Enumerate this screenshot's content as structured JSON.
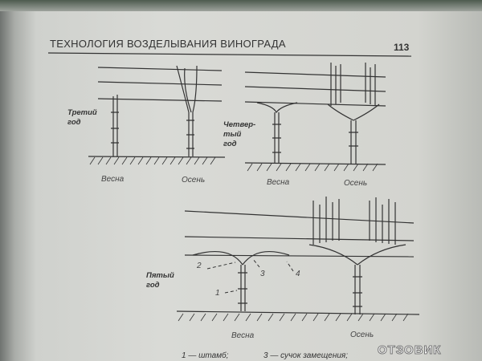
{
  "header": {
    "title": "ТЕХНОЛОГИЯ ВОЗДЕЛЫВАНИЯ ВИНОГРАДА",
    "page_number": "113"
  },
  "figures": {
    "third_year": {
      "label": "Третий год",
      "spring": "Весна",
      "autumn": "Осень"
    },
    "fourth_year": {
      "label": "Четвер-тый год",
      "spring": "Весна",
      "autumn": "Осень"
    },
    "fifth_year": {
      "label": "Пятый год",
      "spring": "Весна",
      "autumn": "Осень",
      "callouts": [
        "1",
        "2",
        "3",
        "4"
      ]
    }
  },
  "legend": [
    "1 — штамб;",
    "3 — сучок замещения;"
  ],
  "watermark": "ОТЗОВИК"
}
